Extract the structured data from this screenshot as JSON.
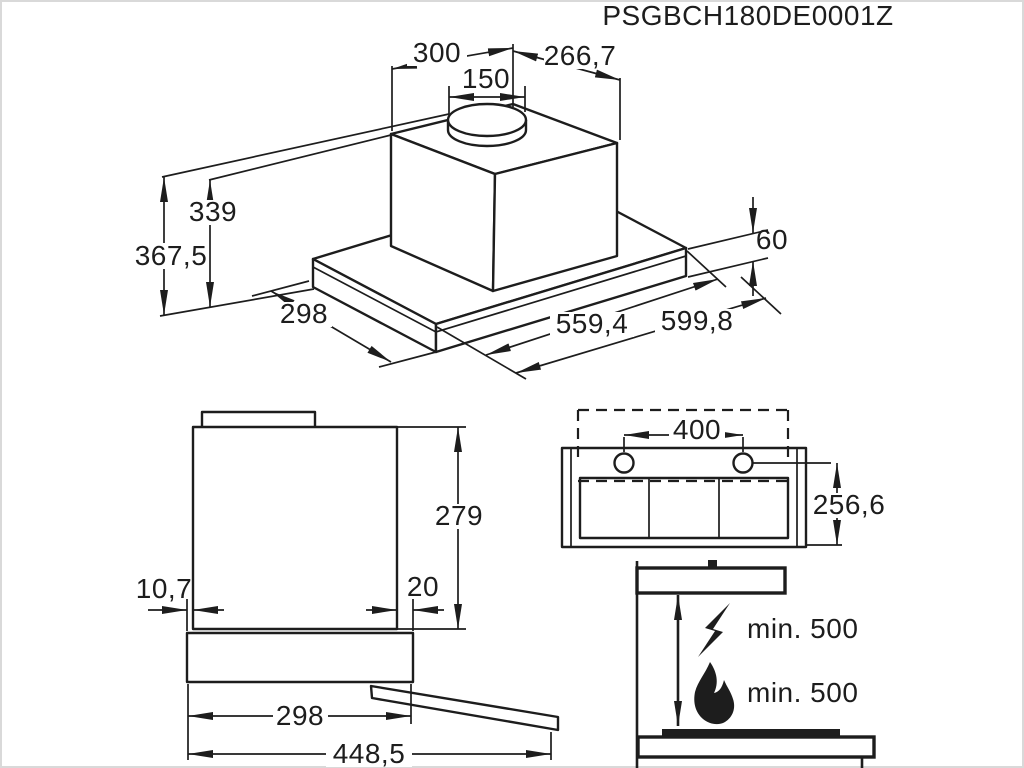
{
  "title": "PSGBCH180DE0001Z",
  "colors": {
    "line": "#1d1d1d",
    "background": "#ffffff",
    "frame": "#d9d9d9"
  },
  "views": {
    "isometric": {
      "dims": {
        "top_depth": "300",
        "top_width": "266,7",
        "duct_diameter": "150",
        "body_height": "339",
        "total_height": "367,5",
        "base_thickness": "60",
        "base_depth": "298",
        "inner_width": "559,4",
        "total_width": "599,8"
      }
    },
    "side": {
      "dims": {
        "body_height": "279",
        "front_offset": "10,7",
        "rear_offset": "20",
        "body_depth": "298",
        "extended_depth": "448,5"
      }
    },
    "front": {
      "dims": {
        "hole_spacing": "400",
        "panel_height": "256,6"
      }
    },
    "clearance": {
      "electric_hob_min": "min. 500",
      "gas_hob_min": "min. 500",
      "icons": {
        "electric": "lightning-bolt-icon",
        "gas": "flame-icon"
      }
    }
  }
}
